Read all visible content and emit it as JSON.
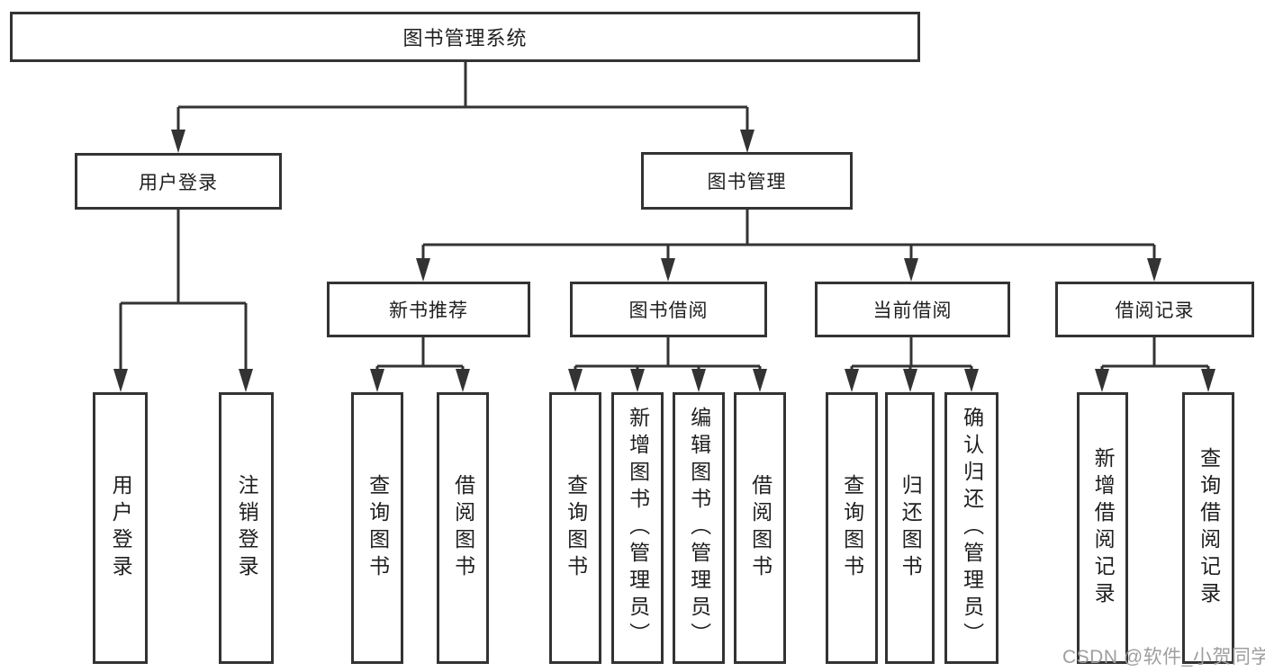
{
  "tree": {
    "label": "图书管理系统",
    "children": [
      {
        "label": "用户登录",
        "children": [
          {
            "label": "用户登录"
          },
          {
            "label": "注销登录"
          }
        ]
      },
      {
        "label": "图书管理",
        "children": [
          {
            "label": "新书推荐",
            "children": [
              {
                "label": "查询图书"
              },
              {
                "label": "借阅图书"
              }
            ]
          },
          {
            "label": "图书借阅",
            "children": [
              {
                "label": "查询图书"
              },
              {
                "label": "新增图书（管理员）"
              },
              {
                "label": "编辑图书（管理员）"
              },
              {
                "label": "借阅图书"
              }
            ]
          },
          {
            "label": "当前借阅",
            "children": [
              {
                "label": "查询图书"
              },
              {
                "label": "归还图书"
              },
              {
                "label": "确认归还（管理员）"
              }
            ]
          },
          {
            "label": "借阅记录",
            "children": [
              {
                "label": "新增借阅记录"
              },
              {
                "label": "查询借阅记录"
              }
            ]
          }
        ]
      }
    ]
  },
  "watermark": "CSDN @软件_小贺同学",
  "colors": {
    "line": "#333333",
    "text": "#1f1f1f",
    "watermark": "#9e9e9e",
    "background": "#ffffff"
  }
}
